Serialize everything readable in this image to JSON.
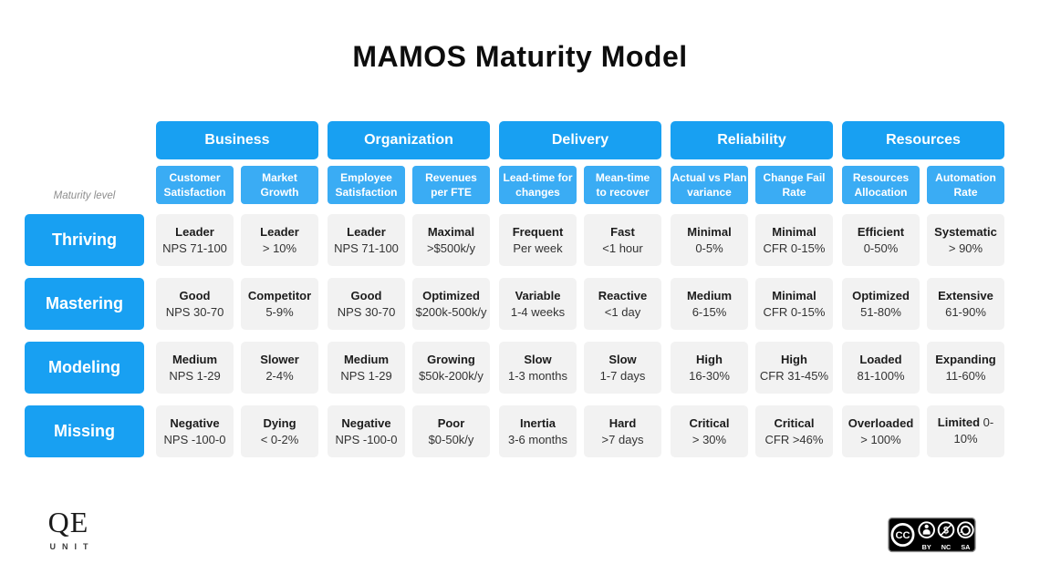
{
  "title": "MAMOS Maturity Model",
  "maturity_axis_label": "Maturity level",
  "colors": {
    "primary_blue": "#18a0f2",
    "sub_blue": "#3aacf4",
    "cell_bg": "#f2f2f2"
  },
  "categories": [
    {
      "name": "Business",
      "metrics": [
        [
          "Customer",
          "Satisfaction"
        ],
        [
          "Market",
          "Growth"
        ]
      ]
    },
    {
      "name": "Organization",
      "metrics": [
        [
          "Employee",
          "Satisfaction"
        ],
        [
          "Revenues",
          "per FTE"
        ]
      ]
    },
    {
      "name": "Delivery",
      "metrics": [
        [
          "Lead-time for",
          "changes"
        ],
        [
          "Mean-time",
          "to recover"
        ]
      ]
    },
    {
      "name": "Reliability",
      "metrics": [
        [
          "Actual vs Plan",
          "variance"
        ],
        [
          "Change Fail",
          "Rate"
        ]
      ]
    },
    {
      "name": "Resources",
      "metrics": [
        [
          "Resources",
          "Allocation"
        ],
        [
          "Automation",
          "Rate"
        ]
      ]
    }
  ],
  "rows": [
    {
      "level": "Thriving",
      "cells": [
        {
          "headline": "Leader",
          "detail": "NPS 71-100"
        },
        {
          "headline": "Leader",
          "detail": "> 10%"
        },
        {
          "headline": "Leader",
          "detail": "NPS 71-100"
        },
        {
          "headline": "Maximal",
          "detail": ">$500k/y"
        },
        {
          "headline": "Frequent",
          "detail": "Per week"
        },
        {
          "headline": "Fast",
          "detail": "<1 hour"
        },
        {
          "headline": "Minimal",
          "detail": "0-5%"
        },
        {
          "headline": "Minimal",
          "detail": "CFR 0-15%"
        },
        {
          "headline": "Efficient",
          "detail": "0-50%"
        },
        {
          "headline": "Systematic",
          "detail": "> 90%"
        }
      ]
    },
    {
      "level": "Mastering",
      "cells": [
        {
          "headline": "Good",
          "detail": "NPS 30-70"
        },
        {
          "headline": "Competitor",
          "detail": "5-9%"
        },
        {
          "headline": "Good",
          "detail": "NPS 30-70"
        },
        {
          "headline": "Optimized",
          "detail": "$200k-500k/y"
        },
        {
          "headline": "Variable",
          "detail": "1-4 weeks"
        },
        {
          "headline": "Reactive",
          "detail": "<1 day"
        },
        {
          "headline": "Medium",
          "detail": "6-15%"
        },
        {
          "headline": "Minimal",
          "detail": "CFR 0-15%"
        },
        {
          "headline": "Optimized",
          "detail": "51-80%"
        },
        {
          "headline": "Extensive",
          "detail": "61-90%"
        }
      ]
    },
    {
      "level": "Modeling",
      "cells": [
        {
          "headline": "Medium",
          "detail": "NPS 1-29"
        },
        {
          "headline": "Slower",
          "detail": "2-4%"
        },
        {
          "headline": "Medium",
          "detail": "NPS 1-29"
        },
        {
          "headline": "Growing",
          "detail": "$50k-200k/y"
        },
        {
          "headline": "Slow",
          "detail": "1-3 months"
        },
        {
          "headline": "Slow",
          "detail": "1-7 days"
        },
        {
          "headline": "High",
          "detail": "16-30%"
        },
        {
          "headline": "High",
          "detail": "CFR 31-45%"
        },
        {
          "headline": "Loaded",
          "detail": "81-100%"
        },
        {
          "headline": "Expanding",
          "detail": "11-60%"
        }
      ]
    },
    {
      "level": "Missing",
      "cells": [
        {
          "headline": "Negative",
          "detail": "NPS -100-0"
        },
        {
          "headline": "Dying",
          "detail": "< 0-2%"
        },
        {
          "headline": "Negative",
          "detail": "NPS -100-0"
        },
        {
          "headline": "Poor",
          "detail": "$0-50k/y"
        },
        {
          "headline": "Inertia",
          "detail": "3-6 months"
        },
        {
          "headline": "Hard",
          "detail": ">7 days"
        },
        {
          "headline": "Critical",
          "detail": "> 30%"
        },
        {
          "headline": "Critical",
          "detail": "CFR >46%"
        },
        {
          "headline": "Overloaded",
          "detail": "> 100%"
        },
        {
          "headline": "Limited",
          "detail": "0-10%"
        }
      ]
    }
  ],
  "footer": {
    "logo_primary": "QE",
    "logo_secondary": "UNIT",
    "license": {
      "cc_label": "CC",
      "labels": [
        "BY",
        "NC",
        "SA"
      ]
    }
  }
}
